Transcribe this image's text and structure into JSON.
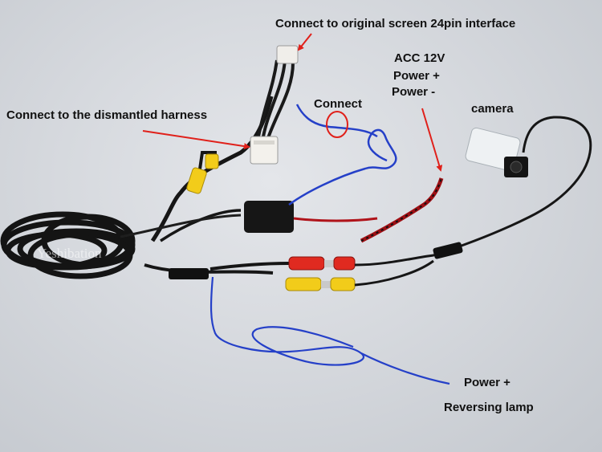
{
  "labels": {
    "top_interface": "Connect to original screen 24pin interface",
    "dismantled_harness": "Connect to the dismantled harness",
    "connect": "Connect",
    "acc_line1": "ACC 12V",
    "acc_line2": "Power +",
    "acc_line3": "Power -",
    "camera": "camera",
    "power_plus": "Power +",
    "reversing_lamp": "Reversing lamp"
  },
  "watermark": "Yeshibation",
  "colors": {
    "arrow": "#e0201a",
    "cable_black": "#151515",
    "wire_blue": "#2540c8",
    "wire_red": "#c8161a",
    "rca_yellow": "#f2cc1a",
    "rca_red": "#e02a20"
  }
}
